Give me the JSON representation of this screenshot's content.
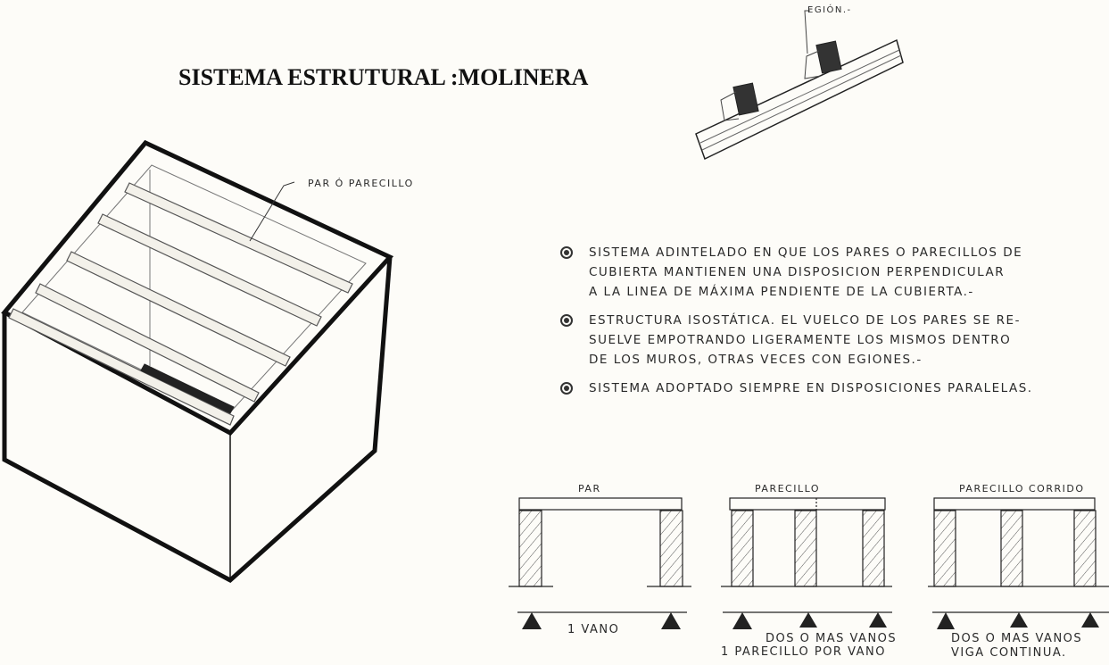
{
  "title": "SISTEMA ESTRUTURAL :MOLINERA",
  "iso_label": "PAR Ó PARECILLO",
  "detail_label": "EGIÓN.-",
  "notes": [
    {
      "lines": [
        "SISTEMA ADINTELADO EN QUE LOS PARES O PARECILLOS DE",
        "CUBIERTA MANTIENEN UNA DISPOSICION PERPENDICULAR",
        "A LA LINEA DE MÁXIMA PENDIENTE DE LA CUBIERTA.-"
      ]
    },
    {
      "lines": [
        "ESTRUCTURA ISOSTÁTICA. EL VUELCO DE LOS PARES SE RE-",
        "SUELVE EMPOTRANDO LIGERAMENTE LOS MISMOS DENTRO",
        "DE LOS MUROS, OTRAS VECES CON EGIONES.-"
      ]
    },
    {
      "lines": [
        "SISTEMA ADOPTADO SIEMPRE EN DISPOSICIONES PARALELAS."
      ]
    }
  ],
  "schemes": [
    {
      "beam_label": "PAR",
      "caption": [
        "1 VANO"
      ]
    },
    {
      "beam_label": "PARECILLO",
      "caption": [
        "DOS O MAS VANOS",
        "1 PARECILLO POR VANO"
      ]
    },
    {
      "beam_label": "PARECILLO CORRIDO",
      "caption": [
        "DOS O MAS VANOS",
        "VIGA CONTINUA."
      ]
    }
  ]
}
